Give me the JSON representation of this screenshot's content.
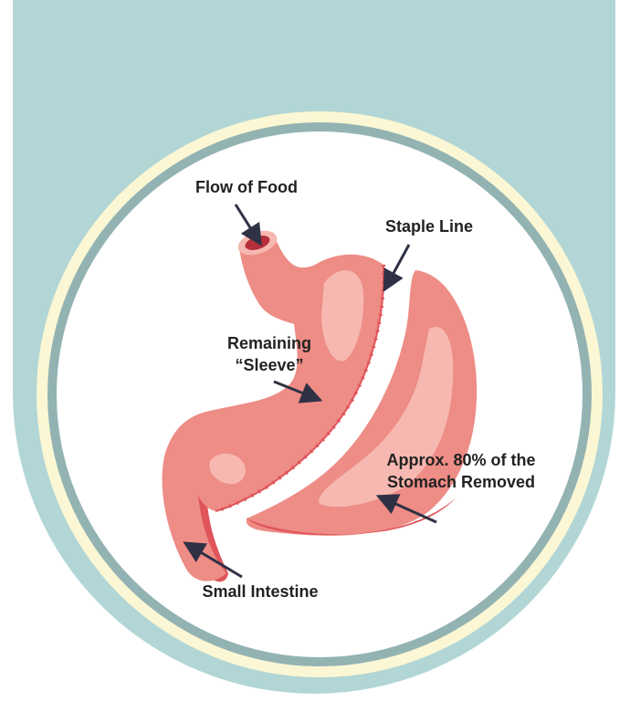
{
  "colors": {
    "background_panel": "#b2d6d6",
    "outer_ring": "#fbf7d4",
    "inner_ring": "#93b3b3",
    "circle_fill": "#ffffff",
    "stomach_main": "#ee8c86",
    "stomach_light": "#f6b8b0",
    "stomach_shadow": "#e0545a",
    "esophagus_inner": "#b5303a",
    "staple_line": "#e0545a",
    "arrow": "#2f3145"
  },
  "labels": {
    "flow_of_food": "Flow of Food",
    "staple_line": "Staple Line",
    "remaining_sleeve_line1": "Remaining",
    "remaining_sleeve_line2": "“Sleeve”",
    "removed_line1": "Approx. 80% of the",
    "removed_line2": "Stomach Removed",
    "small_intestine": "Small Intestine"
  }
}
